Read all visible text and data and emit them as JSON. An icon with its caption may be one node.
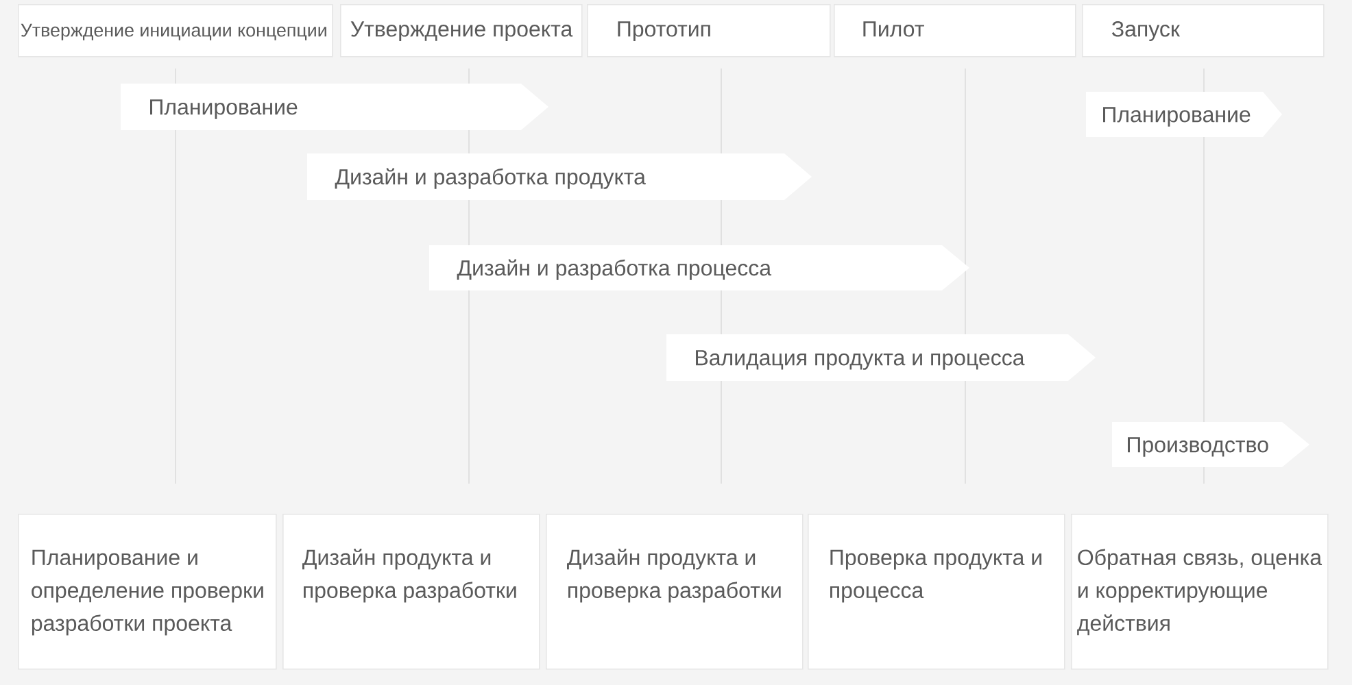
{
  "diagram": {
    "nodes": [
      {
        "text": [
          "Утверждение инициации концепции"
        ]
      },
      {
        "text": [
          "Утверждение проекта"
        ]
      },
      {
        "text": [
          "Прототип"
        ]
      },
      {
        "text": [
          "Пилот"
        ]
      },
      {
        "text": [
          "Запуск"
        ]
      },
      {
        "text": [
          "Планирование"
        ]
      },
      {
        "text": [
          "Планирование"
        ]
      },
      {
        "text": [
          "Дизайн и разработка продукта"
        ]
      },
      {
        "text": [
          "Дизайн и разработка процесса"
        ]
      },
      {
        "text": [
          "Валидация продукта и процесса"
        ]
      },
      {
        "text": [
          "Производство"
        ]
      },
      {
        "text": [
          "Планирование и определение проверки разработки проекта"
        ]
      },
      {
        "text": [
          "Дизайн продукта и проверка разработки"
        ]
      },
      {
        "text": [
          "Дизайн продукта и проверка разработки"
        ]
      },
      {
        "text": [
          "Проверка продукта и процесса"
        ]
      },
      {
        "text": [
          "Обратная связь, оценка и корректирующие действия"
        ]
      }
    ]
  }
}
